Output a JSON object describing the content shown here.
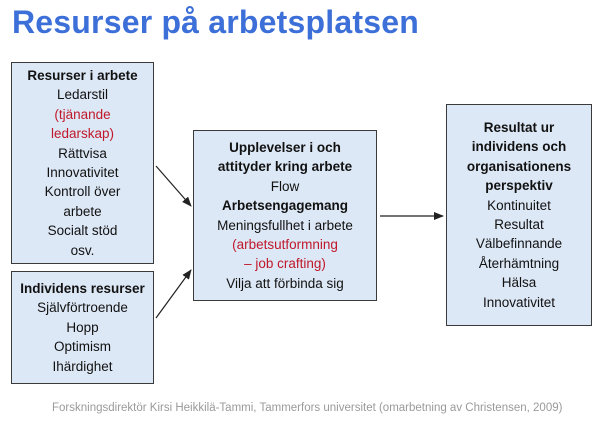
{
  "title": "Resurser på arbetsplatsen",
  "boxes": {
    "resurser_i_arbete": {
      "heading": "Resurser i arbete",
      "lines": [
        "Ledarstil",
        "(tjänande",
        "ledarskap)",
        "Rättvisa",
        "Innovativitet",
        "Kontroll över",
        "arbete",
        "Socialt stöd",
        "osv."
      ]
    },
    "individens_resurser": {
      "heading": "Individens resurser",
      "lines": [
        "Självförtroende",
        "Hopp",
        "Optimism",
        "Ihärdighet"
      ]
    },
    "upplevelser": {
      "heading": [
        "Upplevelser i och",
        "attityder kring arbete"
      ],
      "flow": "Flow",
      "subheading": "Arbetsengagemang",
      "meaning": "Meningsfullhet i arbete",
      "red": [
        "(arbetsutformning",
        "– job crafting)"
      ],
      "last": "Vilja att förbinda sig"
    },
    "resultat": {
      "heading": [
        "Resultat ur",
        "individens och",
        "organisationens",
        "perspektiv"
      ],
      "lines": [
        "Kontinuitet",
        "Resultat",
        "Välbefinnande",
        "Återhämtning",
        "Hälsa",
        "Innovativitet"
      ]
    }
  },
  "footer": "Forskningsdirektör Kirsi Heikkilä-Tammi, Tammerfors universitet (omarbetning av Christensen, 2009)",
  "colors": {
    "title": "#3d6fd8",
    "box_fill": "#dde8f6",
    "accent_red": "#c0182a",
    "footer": "#9a9a9a"
  }
}
